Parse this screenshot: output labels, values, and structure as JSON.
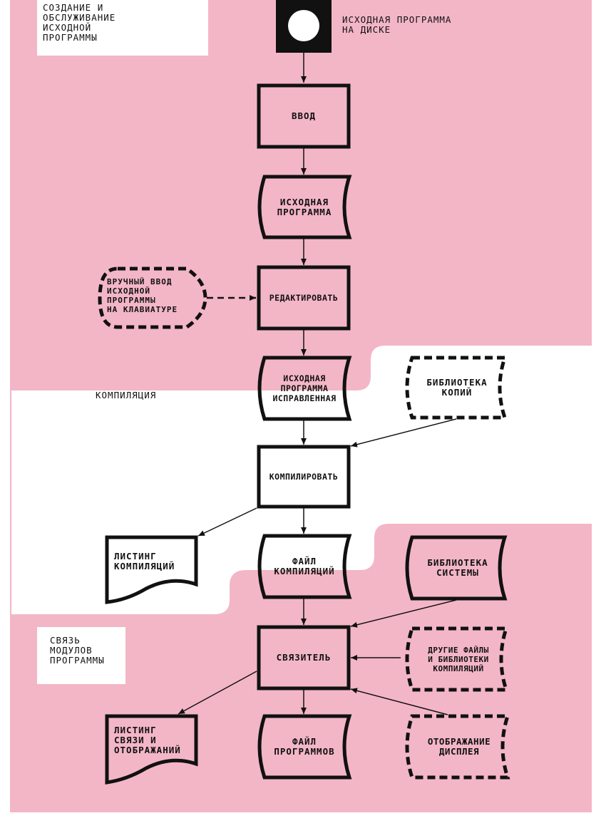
{
  "colors": {
    "pink": "#f3b6c7",
    "white": "#ffffff",
    "ink": "#111111"
  },
  "sections": {
    "section1": "СОЗДАНИЕ И\nОБСЛУЖИВАНИЕ\nИСХОДНОЙ\nПРОГРАММЫ",
    "section2": "КОМПИЛЯЦИЯ",
    "section3": "СВЯЗЬ\nМОДУЛОВ\nПРОГРАММЫ"
  },
  "nodes": {
    "disk_label": "ИСХОДНАЯ ПРОГРАММА\nНА ДИСКЕ",
    "input": "ВВОД",
    "source_program": "ИСХОДНАЯ\nПРОГРАММА",
    "manual_input": "ВРУЧНЫЙ ВВОД\nИСХОДНОЙ\nПРОГРАММЫ\nНА КЛАВИАТУРЕ",
    "edit": "РЕДАКТИРОВАТЬ",
    "corrected_source": "ИСХОДНАЯ\nПРОГРАММА\nИСПРАВЛЕННАЯ",
    "copy_library": "БИБЛИОТЕКА\nКОПИЙ",
    "compile": "КОМПИЛИРОВАТЬ",
    "compile_listing": "ЛИСТИНГ\nКОМПИЛЯЦИЙ",
    "compile_file": "ФАЙЛ\nКОМПИЛЯЦИЙ",
    "system_library": "БИБЛИОТЕКА\nСИСТЕМЫ",
    "linker": "СВЯЗИТЕЛЬ",
    "other_files": "ДРУГИЕ ФАЙЛЫ\nИ БИБЛИОТЕКИ\nКОМПИЛЯЦИЙ",
    "link_listing": "ЛИСТИНГ\nСВЯЗИ И\nОТОБРАЖАНИЙ",
    "program_file": "ФАЙЛ\nПРОГРАММОВ",
    "display_map": "ОТОБРАЖАНИЕ\nДИСПЛЕЯ"
  }
}
